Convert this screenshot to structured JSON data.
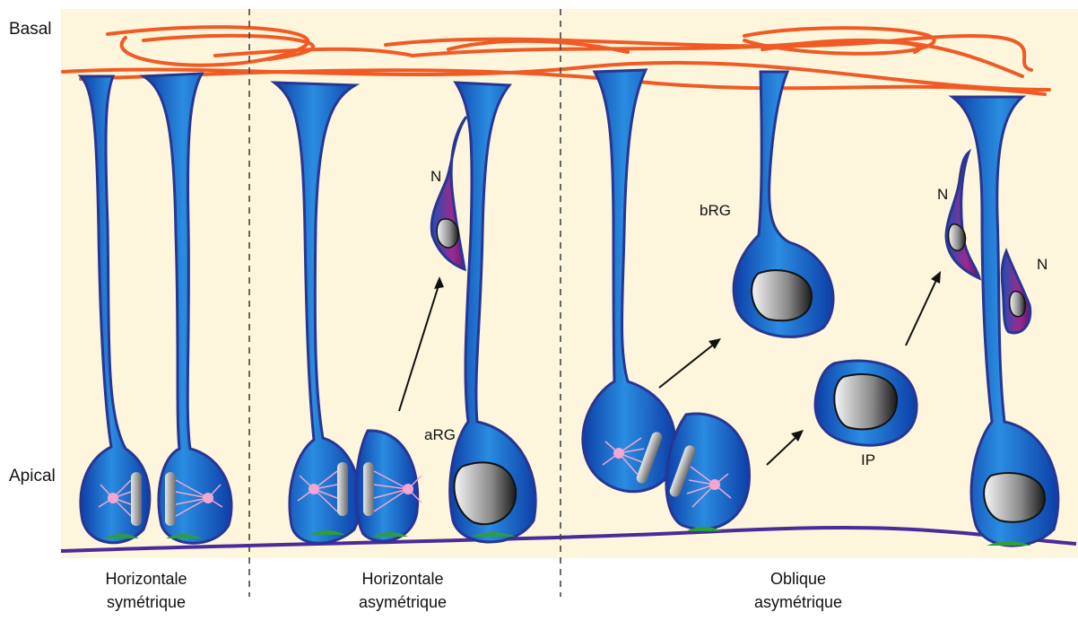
{
  "side_labels": {
    "basal": "Basal",
    "apical": "Apical"
  },
  "panels": [
    {
      "line1": "Horizontale",
      "line2": "symétrique"
    },
    {
      "line1": "Horizontale",
      "line2": "asymétrique"
    },
    {
      "line1": "Oblique",
      "line2": "asymétrique"
    }
  ],
  "cell_labels": {
    "n1": "N",
    "n2": "N",
    "n3": "N",
    "arg": "aRG",
    "brg": "bRG",
    "ip": "IP"
  },
  "colors": {
    "background": "#fdf6dc",
    "basal_membrane": "#f05a24",
    "apical_surface": "#4b2a9a",
    "cell_blue": "#1e6fc8",
    "cell_outline": "#283593",
    "neuron_magenta": "#9c2a8c",
    "centrosome_green": "#2e9e3a",
    "spindle_pink": "#f4a6d0"
  }
}
